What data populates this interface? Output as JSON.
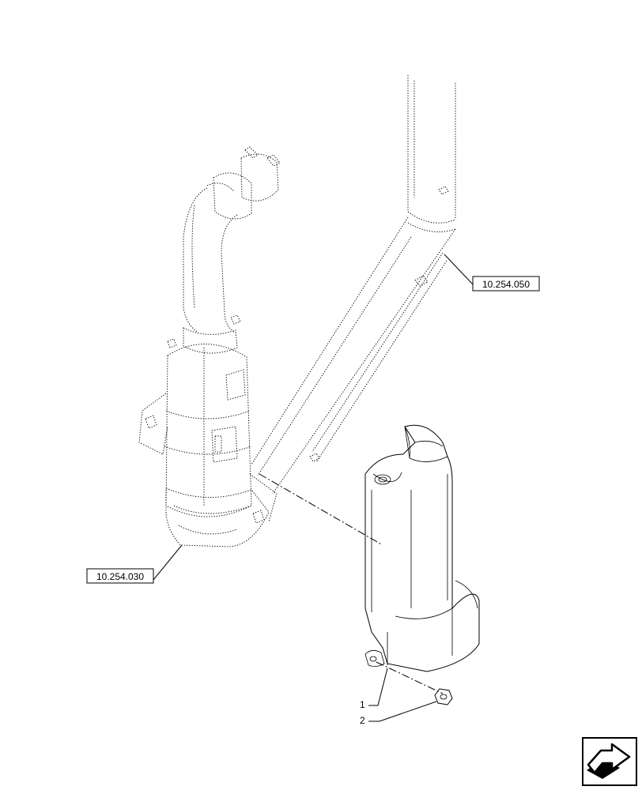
{
  "references": {
    "exhaust_pipe": "10.254.050",
    "after_treatment": "10.254.030"
  },
  "callouts": {
    "item_1": "1",
    "item_2": "2"
  },
  "icons": {
    "nav": "next-page-arrow-icon"
  }
}
